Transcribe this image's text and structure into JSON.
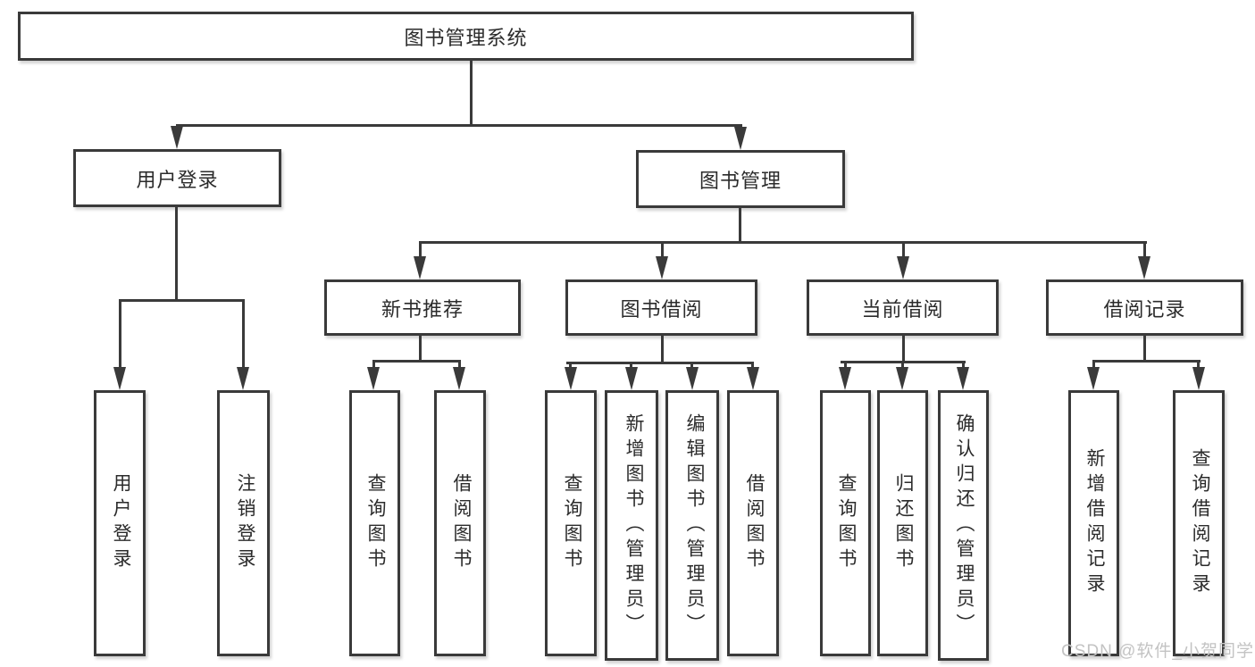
{
  "colors": {
    "line": "#3a3a3a",
    "text": "#2b2b2b",
    "background": "#ffffff",
    "watermark": "#c3c3c3"
  },
  "watermark": {
    "text": "CSDN @软件_小贺同学"
  },
  "diagram": {
    "type": "tree",
    "root": {
      "label": "图书管理系统"
    },
    "branches": [
      {
        "label": "用户登录",
        "children": [
          {
            "label": "用户登录"
          },
          {
            "label": "注销登录"
          }
        ]
      },
      {
        "label": "图书管理",
        "children": [
          {
            "label": "新书推荐",
            "children": [
              {
                "label": "查询图书"
              },
              {
                "label": "借阅图书"
              }
            ]
          },
          {
            "label": "图书借阅",
            "children": [
              {
                "label": "查询图书"
              },
              {
                "label": "新增图书（管理员）"
              },
              {
                "label": "编辑图书（管理员）"
              },
              {
                "label": "借阅图书"
              }
            ]
          },
          {
            "label": "当前借阅",
            "children": [
              {
                "label": "查询图书"
              },
              {
                "label": "归还图书"
              },
              {
                "label": "确认归还（管理员）"
              }
            ]
          },
          {
            "label": "借阅记录",
            "children": [
              {
                "label": "新增借阅记录"
              },
              {
                "label": "查询借阅记录"
              }
            ]
          }
        ]
      }
    ]
  }
}
